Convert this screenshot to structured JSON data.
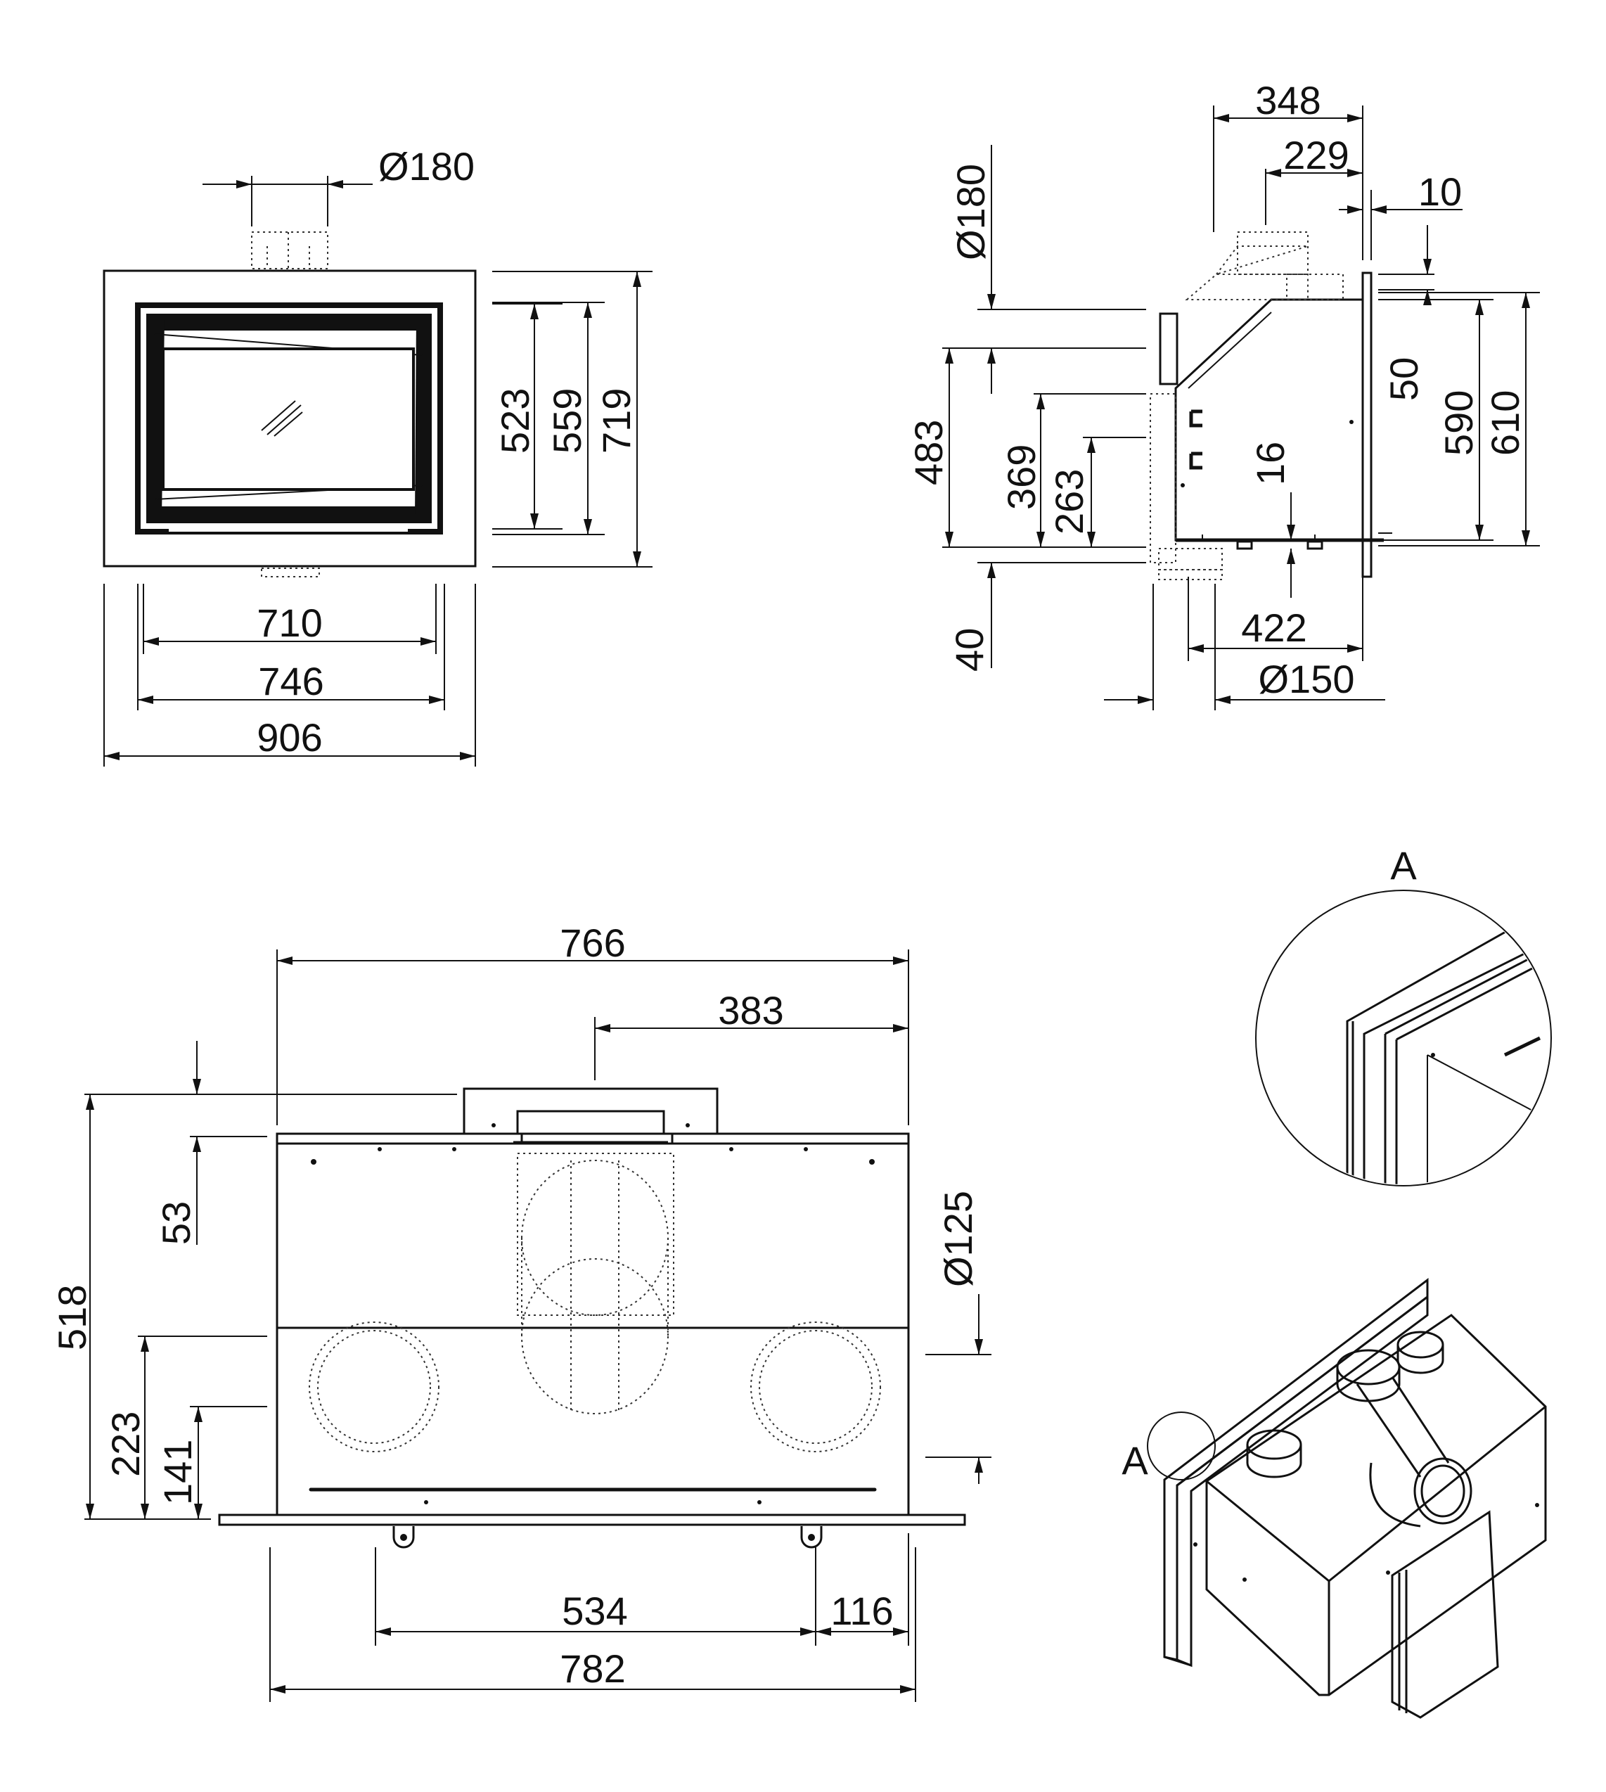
{
  "front_view": {
    "flue_diameter": "Ø180",
    "height_glass": "523",
    "height_frame_inner": "559",
    "height_overall": "719",
    "width_inner": "710",
    "width_frame": "746",
    "width_overall": "906"
  },
  "side_view": {
    "top_depth": "348",
    "collar_depth": "229",
    "frame_thickness": "10",
    "flue_diameter": "Ø180",
    "offset_top": "50",
    "height_body": "590",
    "height_overall": "610",
    "height_side_outlet": "483",
    "height_air_369": "369",
    "height_air_263": "263",
    "base_offset": "16",
    "bottom_offset": "40",
    "depth_body": "422",
    "air_inlet_diameter": "Ø150"
  },
  "rear_view": {
    "width_top": "766",
    "width_half": "383",
    "collar_height": "53",
    "height_overall": "518",
    "height_223": "223",
    "height_141": "141",
    "duct_diameter": "Ø125",
    "feet_spacing": "534",
    "foot_offset": "116",
    "width_overall": "782"
  },
  "detail": {
    "label": "A",
    "callout_label": "A"
  }
}
